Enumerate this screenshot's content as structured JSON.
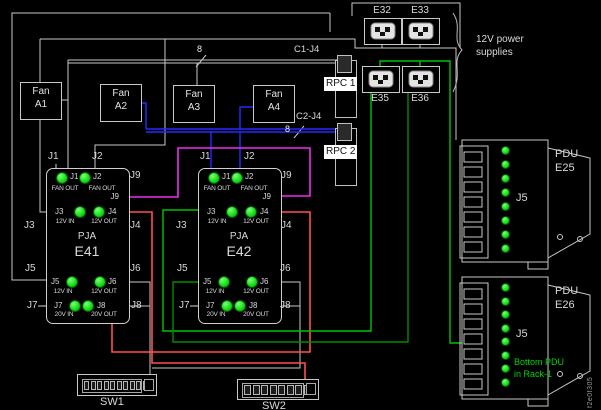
{
  "colors": {
    "background": "#000000",
    "line": "#c8c8c8",
    "led_green": "#17e017",
    "wire_blue": "#2828ff",
    "wire_magenta": "#f02df0",
    "wire_red": "#ff5050",
    "wire_green": "#00c400",
    "wire_green_dark": "#008c00",
    "note_green": "#00d800"
  },
  "fans": [
    {
      "line1": "Fan",
      "line2": "A1"
    },
    {
      "line1": "Fan",
      "line2": "A2"
    },
    {
      "line1": "Fan",
      "line2": "A3"
    },
    {
      "line1": "Fan",
      "line2": "A4"
    }
  ],
  "power_supplies": {
    "e32": "E32",
    "e33": "E33",
    "e35": "E35",
    "e36": "E36",
    "caption_line1": "12V power",
    "caption_line2": "supplies"
  },
  "rpc": {
    "rpc1": "RPC 1",
    "rpc2": "RPC 2",
    "cable1": "C1-J4",
    "cable2": "C2-J4",
    "bus_width": "8"
  },
  "pja": {
    "outer_labels": [
      "J1",
      "J2",
      "J9",
      "J3",
      "J4",
      "J5",
      "J6",
      "J7",
      "J8"
    ],
    "units": [
      {
        "title": "PJA",
        "id": "E41",
        "fan_left": "J1",
        "fan_right": "J2",
        "fan_caption_left": "FAN OUT",
        "fan_caption_right": "FAN OUT",
        "j9": "J9",
        "row12_left": "J3",
        "row12_right": "J4",
        "in12": "12V IN",
        "out12": "12V OUT",
        "row12b_left": "J5",
        "row12b_right": "J6",
        "in12b": "12V IN",
        "out12b": "12V OUT",
        "row20_left": "J7",
        "row20_right": "J8",
        "in20": "20V IN",
        "out20": "20V OUT"
      },
      {
        "title": "PJA",
        "id": "E42",
        "fan_left": "J1",
        "fan_right": "J2",
        "fan_caption_left": "FAN OUT",
        "fan_caption_right": "FAN OUT",
        "j9": "J9",
        "row12_left": "J3",
        "row12_right": "J4",
        "in12": "12V IN",
        "out12": "12V OUT",
        "row12b_left": "J5",
        "row12b_right": "J6",
        "in12b": "12V IN",
        "out12b": "12V OUT",
        "row20_left": "J7",
        "row20_right": "J8",
        "in20": "20V IN",
        "out20": "20V OUT"
      }
    ]
  },
  "pdus": [
    {
      "name": "PDU",
      "id": "E25",
      "port": "J5"
    },
    {
      "name": "PDU",
      "id": "E26",
      "port": "J5",
      "note_line1": "Bottom PDU",
      "note_line2": "in Rack-1"
    }
  ],
  "switches": [
    {
      "label": "SW1"
    },
    {
      "label": "SW2"
    }
  ],
  "watermark": "f2e0f305"
}
